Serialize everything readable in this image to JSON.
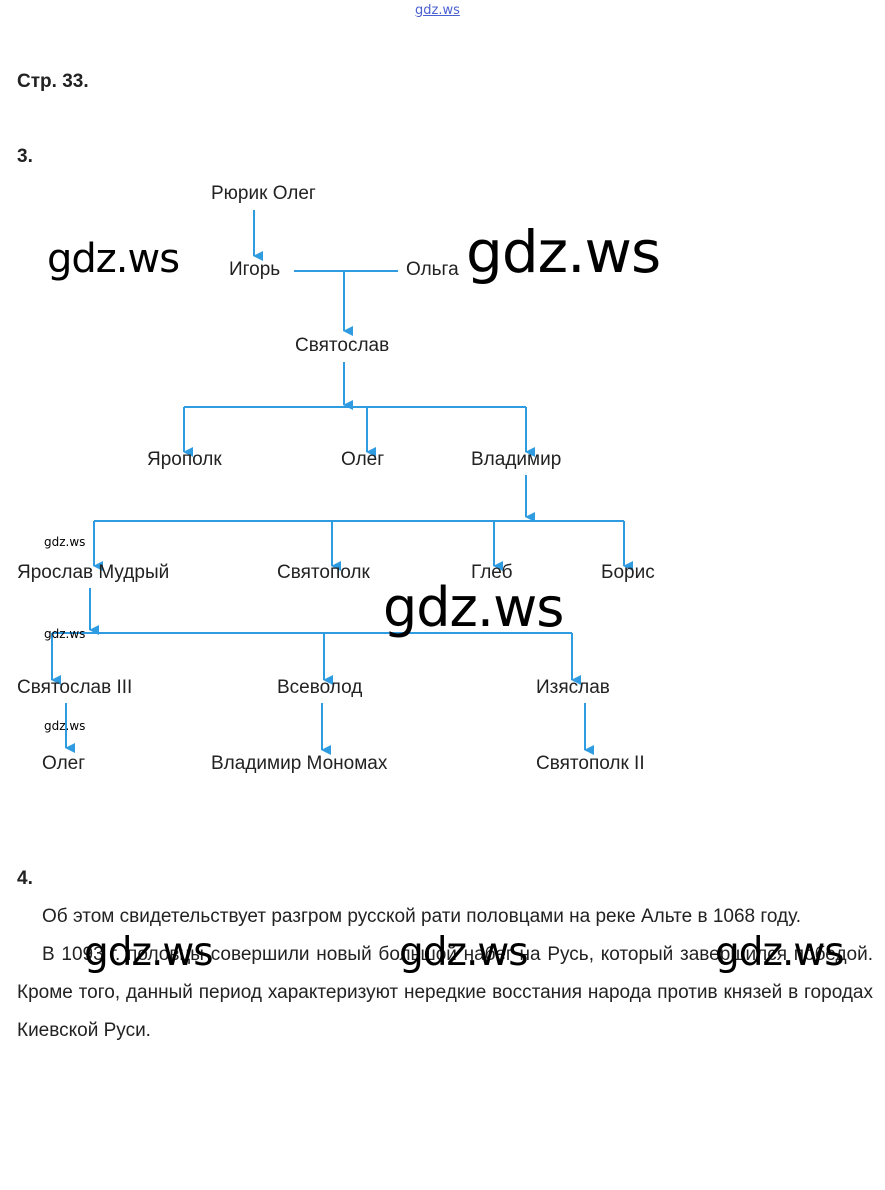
{
  "watermark": "gdz.ws",
  "page_heading": "Стр. 33.",
  "task3": {
    "number": "3.",
    "tree": {
      "rurik_oleg": "Рюрик Олег",
      "igor": "Игорь",
      "olga": "Ольга",
      "svyatoslav": "Святослав",
      "yaropolk": "Ярополк",
      "oleg1": "Олег",
      "vladimir": "Владимир",
      "yaroslav": "Ярослав Мудрый",
      "svyatopolk": "Святополк",
      "gleb": "Глеб",
      "boris": "Борис",
      "svyatoslav3": "Святослав III",
      "vsevolod": "Всеволод",
      "izyaslav": "Изяслав",
      "oleg2": "Олег",
      "monomakh": "Владимир Мономах",
      "svyatopolk2": "Святополк II"
    },
    "line_color": "#2f9be0"
  },
  "task4": {
    "number": "4.",
    "paragraphs": [
      "Об этом свидетельствует разгром русской рати половцами на реке Альте в 1068 году.",
      "В 1093 г. половцы совершили новый большой набег на Русь, который завершился победой. Кроме того, данный период характеризуют нередкие восстания народа против князей в городах Киевской Руси."
    ]
  }
}
